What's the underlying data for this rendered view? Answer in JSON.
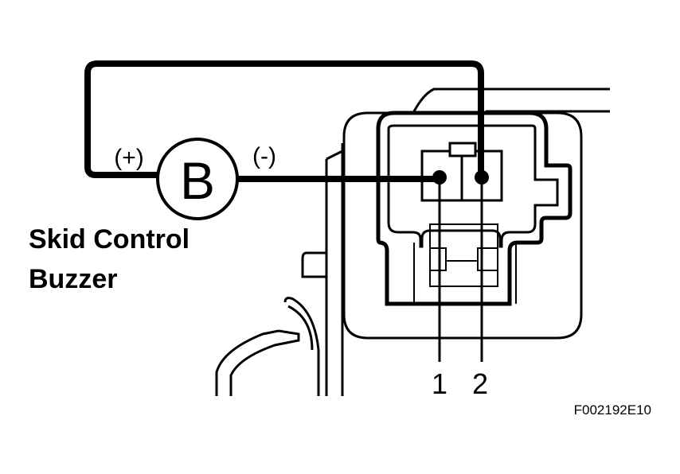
{
  "diagram": {
    "component_name_line1": "Skid Control",
    "component_name_line2": "Buzzer",
    "buzzer_symbol": "B",
    "positive_terminal": "(+)",
    "negative_terminal": "(-)",
    "pin_1_label": "1",
    "pin_2_label": "2",
    "figure_code": "F002192E10"
  },
  "colors": {
    "line": "#000000",
    "background": "#ffffff"
  }
}
